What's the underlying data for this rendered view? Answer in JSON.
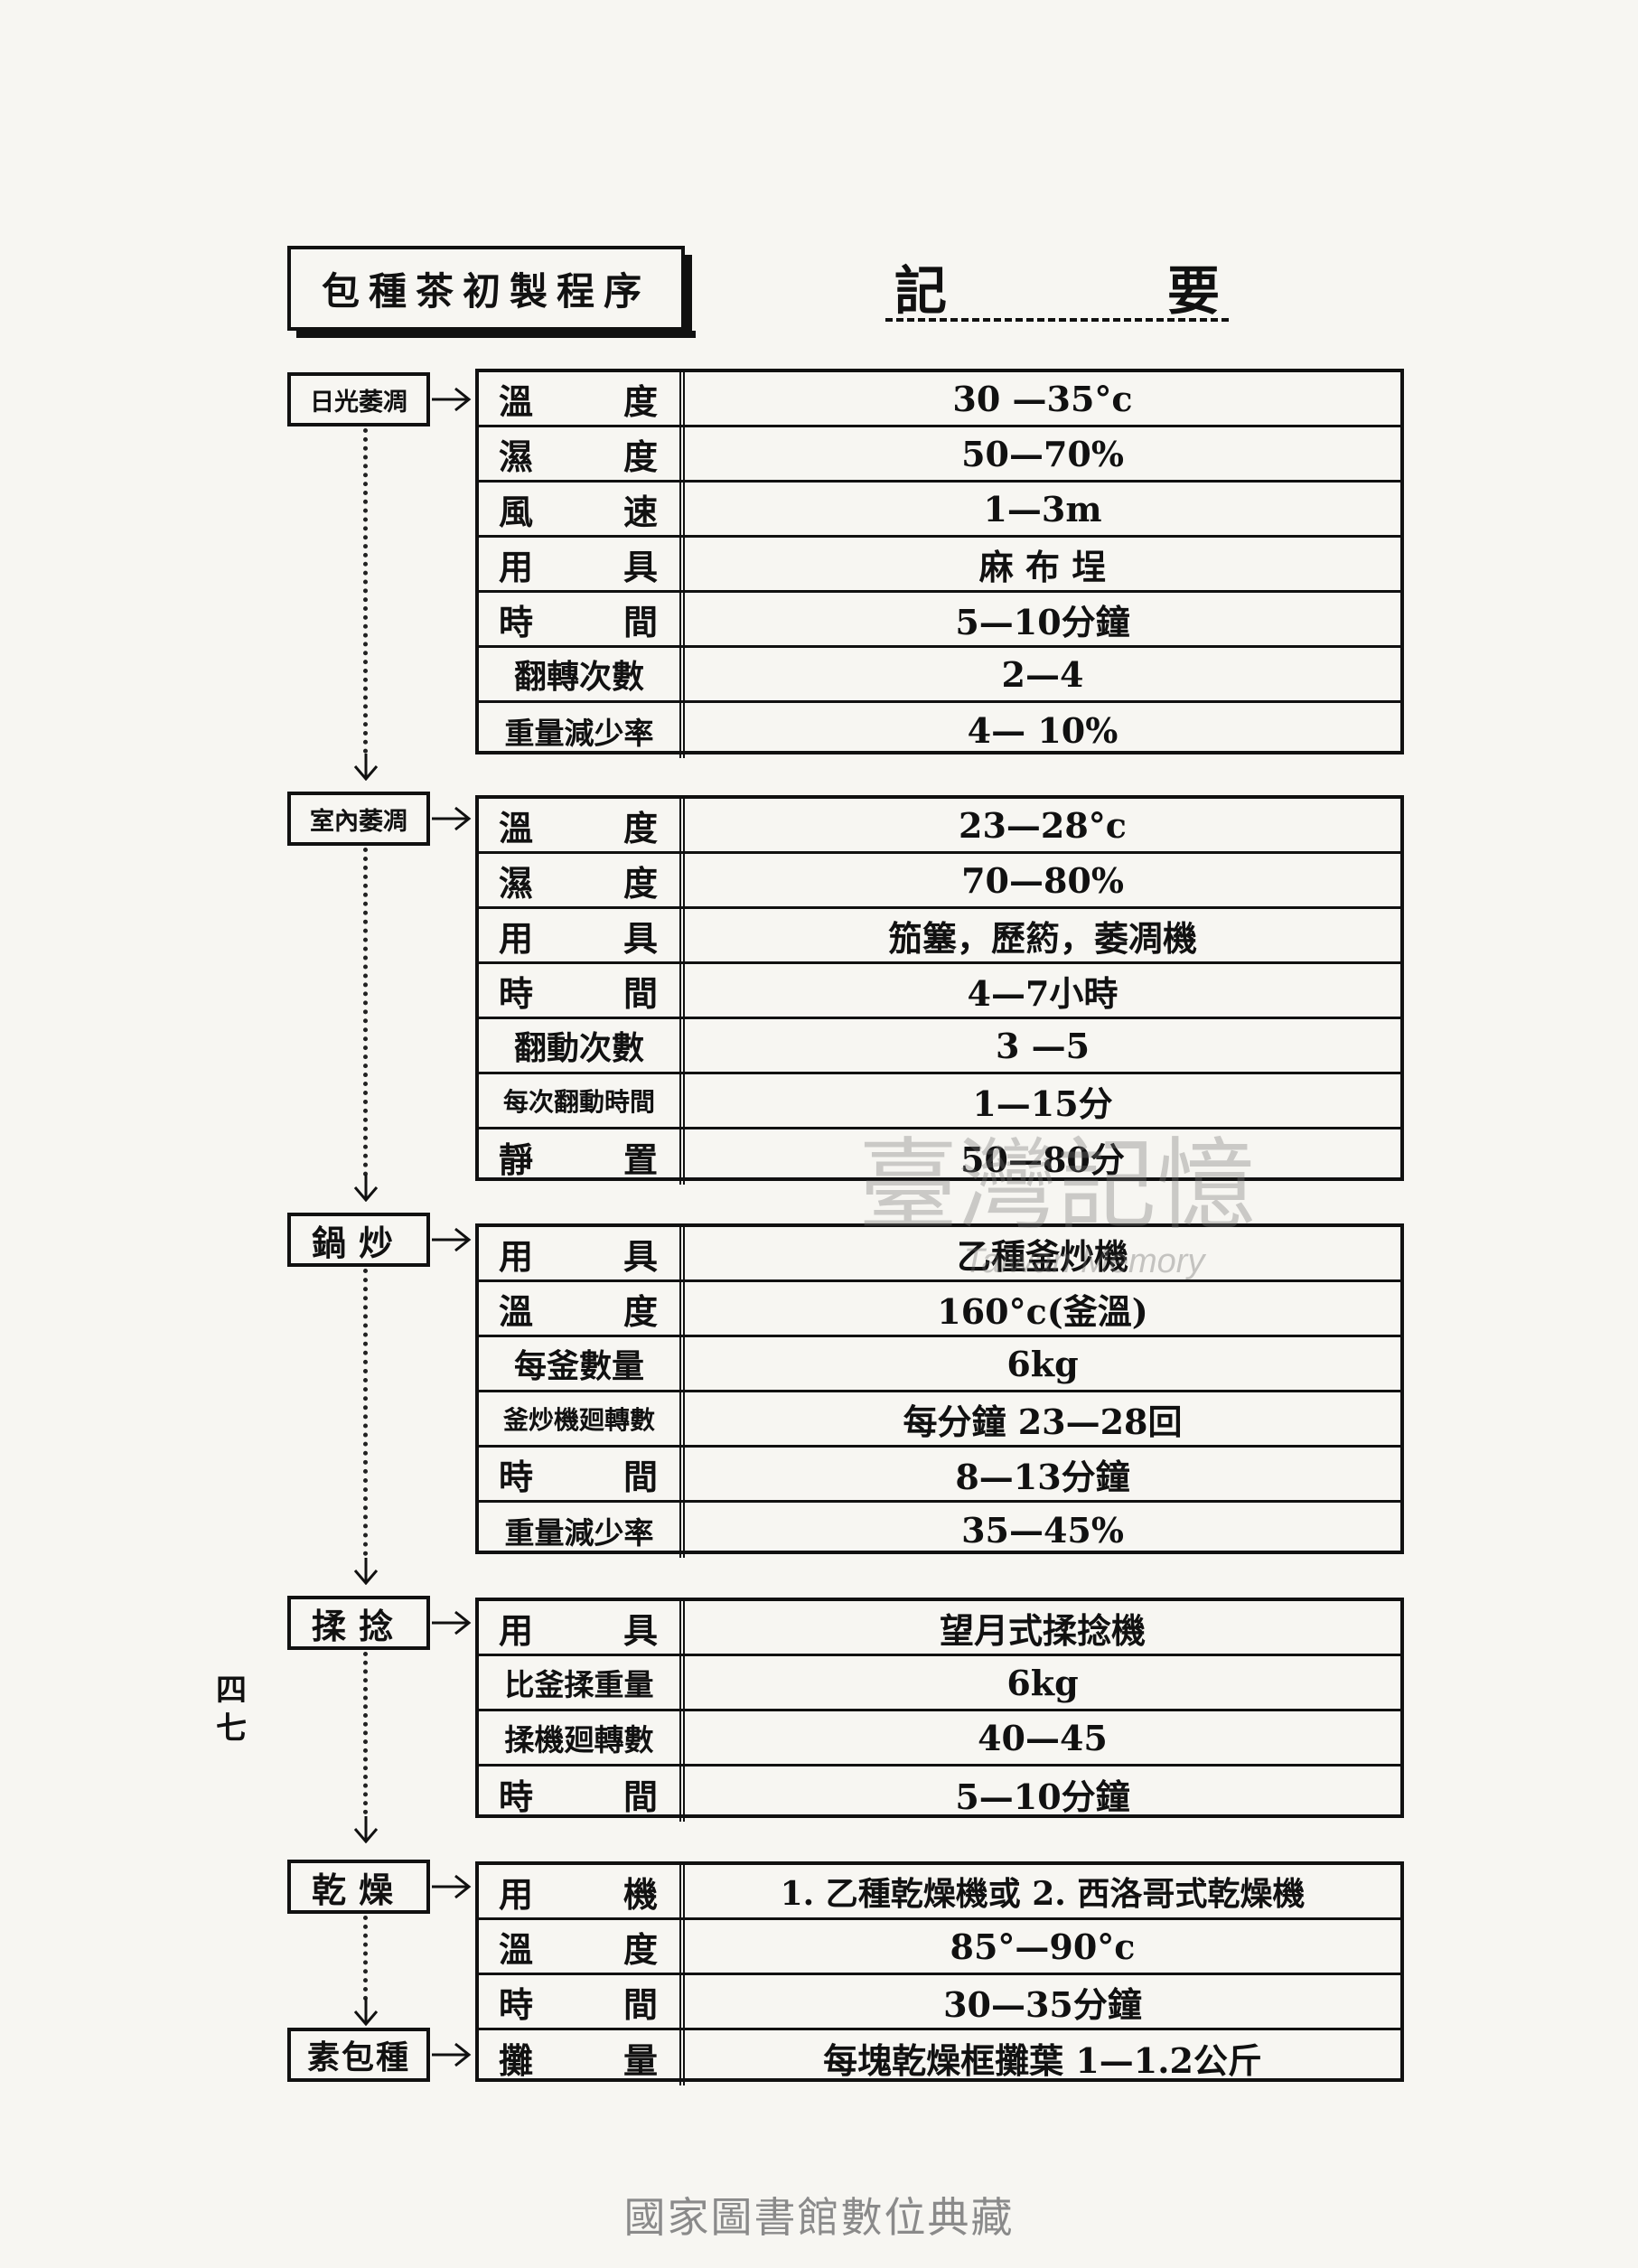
{
  "title": "包種茶初製程序",
  "heading": [
    "記",
    "要"
  ],
  "page_number": "四七",
  "footer": "國家圖書館數位典藏",
  "watermark": {
    "text": "臺灣記憶",
    "subtext": "Taiwan Memory"
  },
  "stages": [
    {
      "name": "日光萎凋",
      "rows": [
        {
          "label": [
            "溫",
            "度"
          ],
          "value": "30 —35°c"
        },
        {
          "label": [
            "濕",
            "度"
          ],
          "value": "50—70%"
        },
        {
          "label": [
            "風",
            "速"
          ],
          "value": "1—3m"
        },
        {
          "label": [
            "用",
            "具"
          ],
          "value": "麻 布 埕"
        },
        {
          "label": [
            "時",
            "間"
          ],
          "value": "5—10分鐘"
        },
        {
          "label": [
            "翻轉次數"
          ],
          "value": "2—4"
        },
        {
          "label": [
            "重量減少率"
          ],
          "value": "4— 10%"
        }
      ]
    },
    {
      "name": "室內萎凋",
      "rows": [
        {
          "label": [
            "溫",
            "度"
          ],
          "value": "23—28°c"
        },
        {
          "label": [
            "濕",
            "度"
          ],
          "value": "70—80%"
        },
        {
          "label": [
            "用",
            "具"
          ],
          "value": "笳簺，歷箹，萎凋機"
        },
        {
          "label": [
            "時",
            "間"
          ],
          "value": "4—7小時"
        },
        {
          "label": [
            "翻動次數"
          ],
          "value": "3 —5"
        },
        {
          "label": [
            "每次翻動時間"
          ],
          "value": "1—15分"
        },
        {
          "label": [
            "靜",
            "置"
          ],
          "value": "50—80分"
        }
      ]
    },
    {
      "name": "鍋炒",
      "rows": [
        {
          "label": [
            "用",
            "具"
          ],
          "value": "乙種釜炒機"
        },
        {
          "label": [
            "溫",
            "度"
          ],
          "value": "160°c(釜溫)"
        },
        {
          "label": [
            "每釜數量"
          ],
          "value": "6kg"
        },
        {
          "label": [
            "釜炒機廻轉數"
          ],
          "value": "每分鐘   23—28回"
        },
        {
          "label": [
            "時",
            "間"
          ],
          "value": "8—13分鐘"
        },
        {
          "label": [
            "重量減少率"
          ],
          "value": "35—45%"
        }
      ]
    },
    {
      "name": "揉捻",
      "rows": [
        {
          "label": [
            "用",
            "具"
          ],
          "value": "望月式揉捻機"
        },
        {
          "label": [
            "比釜揉重量"
          ],
          "value": "6kg"
        },
        {
          "label": [
            "揉機廻轉數"
          ],
          "value": "40—45"
        },
        {
          "label": [
            "時",
            "間"
          ],
          "value": "5—10分鐘"
        }
      ]
    },
    {
      "name": "乾燥",
      "rows": [
        {
          "label": [
            "用",
            "機"
          ],
          "value": "1. 乙種乾燥機或   2. 西洛哥式乾燥機"
        },
        {
          "label": [
            "溫",
            "度"
          ],
          "value": "85°—90°c"
        },
        {
          "label": [
            "時",
            "間"
          ],
          "value": "30—35分鐘"
        },
        {
          "label": [
            "攤",
            "量"
          ],
          "value": "每塊乾燥框攤葉   1—1.2公斤"
        }
      ]
    },
    {
      "name": "素包種",
      "rows": []
    }
  ]
}
